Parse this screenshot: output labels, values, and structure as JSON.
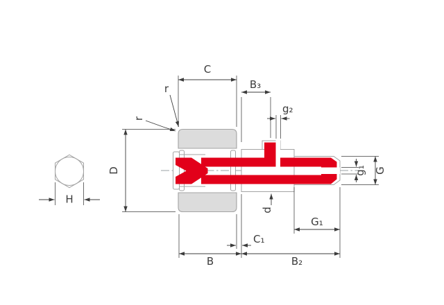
{
  "colors": {
    "background": "#ffffff",
    "section_red": "#e2001a",
    "ring_fill": "#dcdcdc",
    "outline_gray": "#a3a3a3",
    "dim_line": "#3c3c3c"
  },
  "labels": {
    "C": "C",
    "r_top": "r",
    "r_side": "r",
    "B3": "B₃",
    "g2": "g₂",
    "D": "D",
    "H": "H",
    "d": "d",
    "g1": "g₁",
    "G": "G",
    "G1": "G₁",
    "C1": "C₁",
    "B": "B",
    "B2": "B₂"
  }
}
